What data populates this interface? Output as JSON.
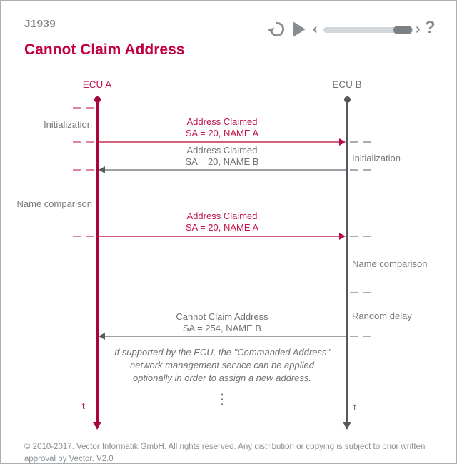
{
  "header": {
    "kicker": "J1939",
    "title": "Cannot Claim Address",
    "controls": {
      "restart_icon": "circular-arrow-restart",
      "play_icon": "play-triangle",
      "prev_glyph": "‹",
      "next_glyph": "›",
      "help_glyph": "?",
      "slider_position_pct": 80
    }
  },
  "colors": {
    "crimson_heading": "#c00040",
    "crimson_lifeline": "#a80639",
    "crimson_arrow": "#d4617e",
    "gray_lifeline": "#54595e",
    "gray_text": "#75797d"
  },
  "diagram": {
    "actor_a": "ECU A",
    "actor_b": "ECU B",
    "time_label": "t",
    "ellipsis": "⋮",
    "messages": {
      "m1": {
        "line1": "Address Claimed",
        "line2": "SA = 20, NAME A",
        "from": "ECU A",
        "to": "ECU B"
      },
      "m2": {
        "line1": "Address Claimed",
        "line2": "SA = 20, NAME B",
        "from": "ECU B",
        "to": "ECU A"
      },
      "m3": {
        "line1": "Address Claimed",
        "line2": "SA = 20, NAME A",
        "from": "ECU A",
        "to": "ECU B"
      },
      "m4": {
        "line1": "Cannot Claim Address",
        "line2": "SA = 254, NAME B",
        "from": "ECU B",
        "to": "ECU A"
      }
    },
    "phases_left": {
      "p1": "Initialization",
      "p2": "Name comparison"
    },
    "phases_right": {
      "p1": "Initialization",
      "p2": "Name comparison",
      "p3": "Random delay"
    },
    "note": {
      "l1": "If supported by the ECU, the \"Commanded Address\"",
      "l2": "network management service can be applied",
      "l3": "optionally in order to assign a new address."
    }
  },
  "footer": {
    "copyright": "© 2010-2017. Vector Informatik GmbH. All rights reserved. Any distribution or copying is subject to prior written approval by Vector. V2.0"
  }
}
